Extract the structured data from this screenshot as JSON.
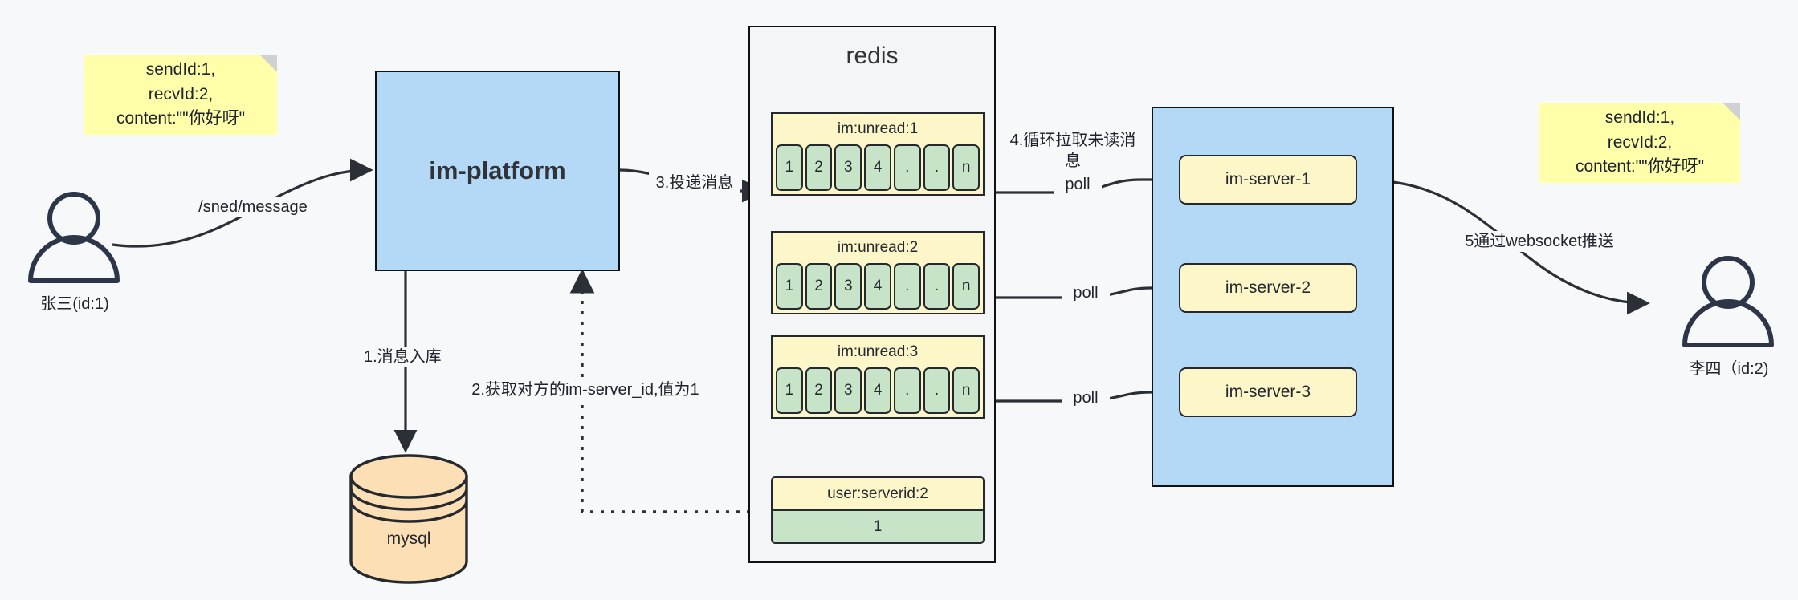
{
  "diagram": {
    "notes": [
      {
        "id": "note-left",
        "text": "sendId:1,\nrecvId:2,\ncontent:\"\"你好呀\""
      },
      {
        "id": "note-right",
        "text": "sendId:1,\nrecvId:2,\ncontent:\"\"你好呀\""
      }
    ],
    "actors": [
      {
        "id": "actor-sender",
        "name": "张三(id:1)"
      },
      {
        "id": "actor-receiver",
        "name": "李四（id:2)"
      }
    ],
    "platform": {
      "label": "im-platform"
    },
    "database": {
      "label": "mysql"
    },
    "redis": {
      "title": "redis",
      "keys": [
        {
          "key": "im:unread:1",
          "cells": [
            "1",
            "2",
            "3",
            "4",
            ".",
            ".",
            "n"
          ]
        },
        {
          "key": "im:unread:2",
          "cells": [
            "1",
            "2",
            "3",
            "4",
            ".",
            ".",
            "n"
          ]
        },
        {
          "key": "im:unread:3",
          "cells": [
            "1",
            "2",
            "3",
            "4",
            ".",
            ".",
            "n"
          ]
        }
      ],
      "kv": {
        "key": "user:serverid:2",
        "value": "1"
      }
    },
    "servers": [
      {
        "label": "im-server-1"
      },
      {
        "label": "im-server-2"
      },
      {
        "label": "im-server-3"
      }
    ],
    "edges": [
      {
        "id": "edge-send",
        "label": "/sned/message"
      },
      {
        "id": "edge-store",
        "label": "1.消息入库"
      },
      {
        "id": "edge-getsid",
        "label": "2.获取对方的im-server_id,值为1"
      },
      {
        "id": "edge-deliver",
        "label": "3.投递消息"
      },
      {
        "id": "edge-pullmsg",
        "label": "4.循环拉取未读消\n息"
      },
      {
        "id": "edge-poll-1",
        "label": "poll"
      },
      {
        "id": "edge-poll-2",
        "label": "poll"
      },
      {
        "id": "edge-poll-3",
        "label": "poll"
      },
      {
        "id": "edge-push",
        "label": "5通过websocket推送"
      }
    ],
    "colors": {
      "background": "#f7f8fa",
      "note_yellow": "#ffffaa",
      "box_blue": "#b3d9f7",
      "key_yellow": "#fdf6c8",
      "cell_green": "#c7e4c9",
      "db_orange": "#fcdfb4",
      "stroke": "#24282f"
    }
  }
}
